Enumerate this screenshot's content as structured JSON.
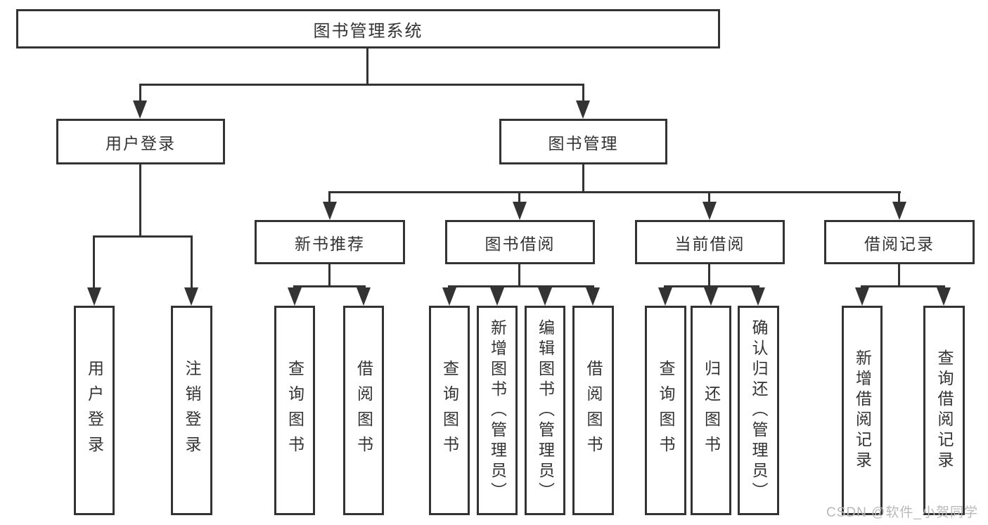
{
  "diagram": {
    "root": {
      "label": "图书管理系统"
    },
    "branches": [
      {
        "label": "用户登录",
        "children": [
          {
            "label": "用户登录"
          },
          {
            "label": "注销登录"
          }
        ]
      },
      {
        "label": "图书管理",
        "children": [
          {
            "label": "新书推荐",
            "children": [
              {
                "label": "查询图书"
              },
              {
                "label": "借阅图书"
              }
            ]
          },
          {
            "label": "图书借阅",
            "children": [
              {
                "label": "查询图书"
              },
              {
                "label": "新增图书（管理员）"
              },
              {
                "label": "编辑图书（管理员）"
              },
              {
                "label": "借阅图书"
              }
            ]
          },
          {
            "label": "当前借阅",
            "children": [
              {
                "label": "查询图书"
              },
              {
                "label": "归还图书"
              },
              {
                "label": "确认归还（管理员）"
              }
            ]
          },
          {
            "label": "借阅记录",
            "children": [
              {
                "label": "新增借阅记录"
              },
              {
                "label": "查询借阅记录"
              }
            ]
          }
        ]
      }
    ]
  },
  "watermark": {
    "text": "CSDN @软件_小贺同学",
    "color": "#b9b9b9"
  },
  "colors": {
    "line": "#333333",
    "box_border": "#333333",
    "text": "#333333",
    "background": "#ffffff"
  }
}
